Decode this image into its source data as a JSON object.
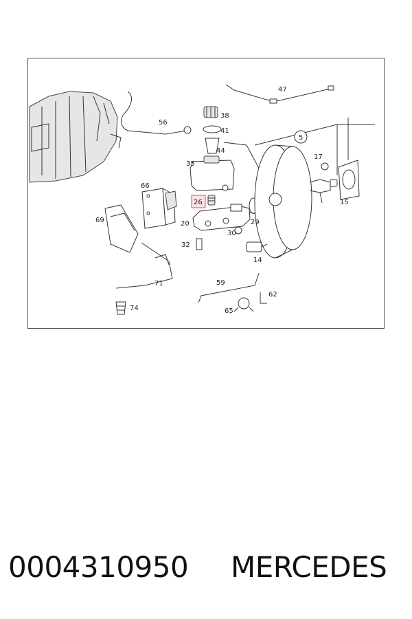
{
  "diagram": {
    "highlighted_callout": "26",
    "callouts": [
      "47",
      "38",
      "56",
      "41",
      "5",
      "44",
      "35",
      "17",
      "66",
      "15",
      "26",
      "69",
      "29",
      "20",
      "30",
      "32",
      "14",
      "71",
      "59",
      "62",
      "65",
      "74"
    ]
  },
  "caption": {
    "part_number": "0004310950",
    "brand": "MERCEDES"
  }
}
